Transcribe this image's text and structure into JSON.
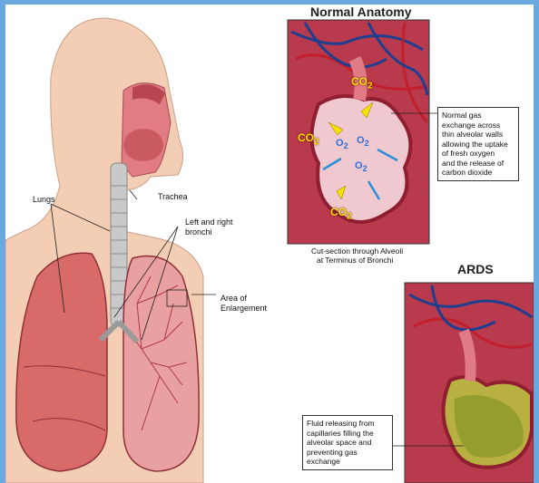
{
  "titles": {
    "normal": "Normal Anatomy",
    "ards": "ARDS"
  },
  "body_labels": {
    "lungs": "Lungs",
    "trachea": "Trachea",
    "bronchi_line1": "Left and right",
    "bronchi_line2": "bronchi",
    "area_line1": "Area of",
    "area_line2": "Enlargement"
  },
  "normal_callout": "Normal gas\nexchange across\nthin alveolar walls\nallowing the uptake\nof fresh oxygen\nand the release of\ncarbon dioxide",
  "alveoli_caption_line1": "Cut-section through Alveoli",
  "alveoli_caption_line2": "at Terminus of Bronchi",
  "ards_callout": "Fluid releasing from\ncapillaries filling the\nalveolar space and\npreventing gas exchange",
  "gases": {
    "co2": "CO",
    "o2": "O",
    "sub": "2"
  },
  "colors": {
    "border": "#6aa8e0",
    "skin": "#f3cdb4",
    "lung": "#d96a6a",
    "co2": "#f5e000",
    "o2_arrow": "#2c8fd6"
  }
}
